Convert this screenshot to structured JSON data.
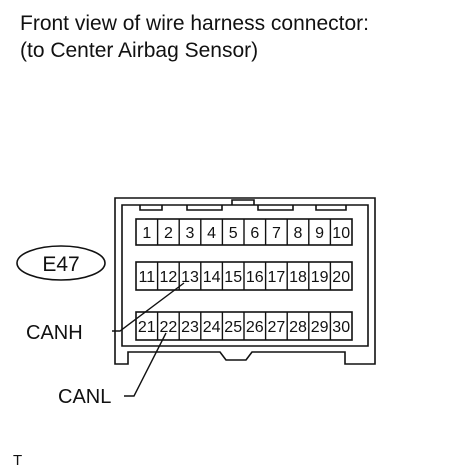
{
  "title": {
    "line1": "Front view of wire harness connector:",
    "line2": "(to Center Airbag Sensor)"
  },
  "connector": {
    "code": "E47",
    "rows": [
      [
        "1",
        "2",
        "3",
        "4",
        "5",
        "6",
        "7",
        "8",
        "9",
        "10"
      ],
      [
        "11",
        "12",
        "13",
        "14",
        "15",
        "16",
        "17",
        "18",
        "19",
        "20"
      ],
      [
        "21",
        "22",
        "23",
        "24",
        "25",
        "26",
        "27",
        "28",
        "29",
        "30"
      ]
    ]
  },
  "labels": {
    "canh": "CANH",
    "canl": "CANL"
  },
  "footer": "T",
  "colors": {
    "line": "#111111",
    "background": "#ffffff"
  }
}
